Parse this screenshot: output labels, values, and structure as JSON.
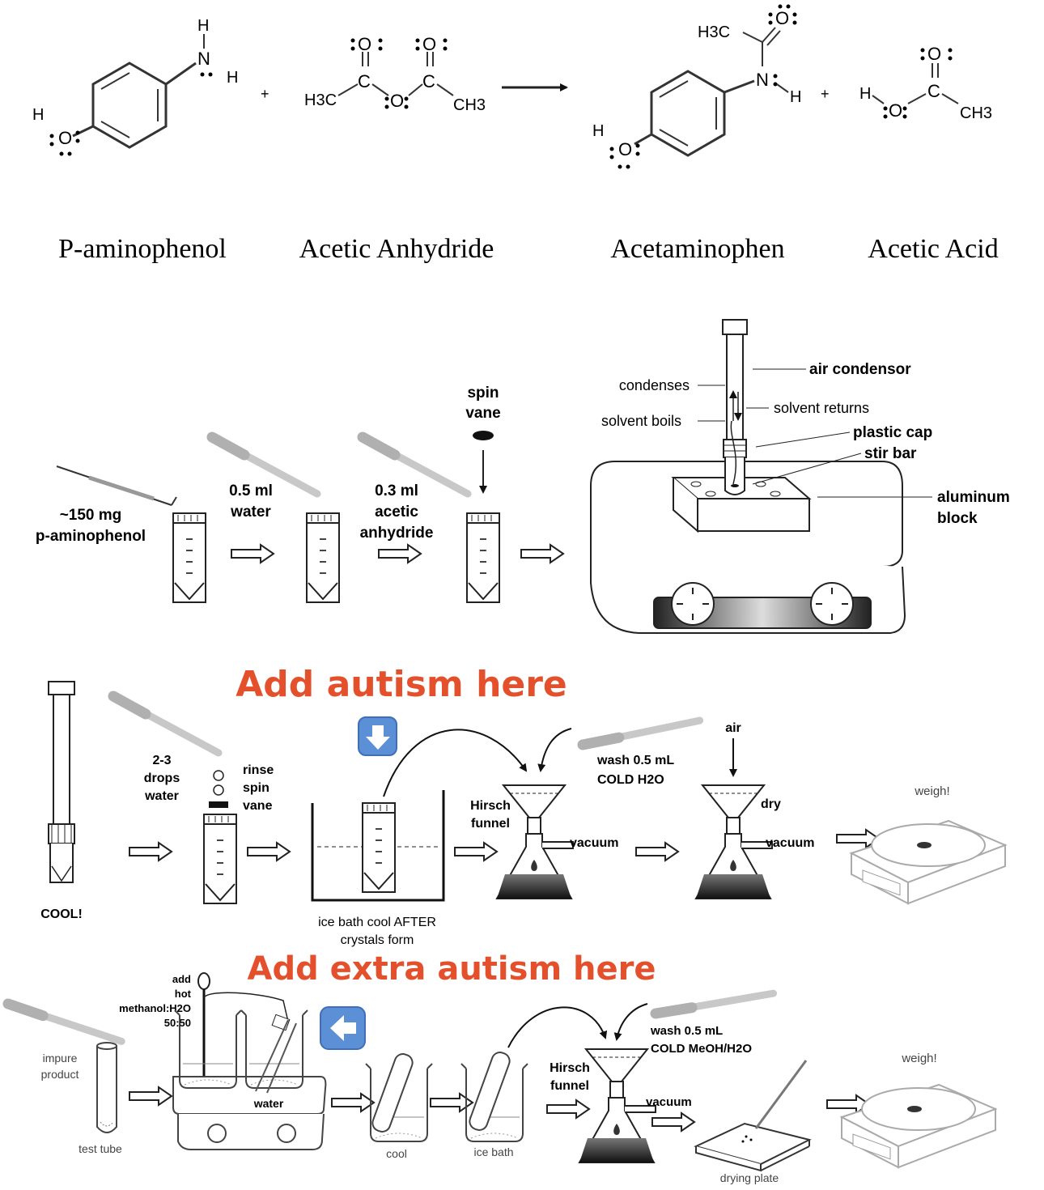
{
  "reaction": {
    "reactant1": "P-aminophenol",
    "reactant2": "Acetic Anhydride",
    "product1": "Acetaminophen",
    "product2": "Acetic Acid",
    "plus": "+",
    "atoms": {
      "H": "H",
      "O": "O",
      "N": "N",
      "C": "C",
      "H3C": "H3C",
      "CH3": "CH3"
    }
  },
  "setup": {
    "step1_line1": "~150 mg",
    "step1_line2": "p-aminophenol",
    "step2_line1": "0.5 ml",
    "step2_line2": "water",
    "step3_line1": "0.3 ml",
    "step3_line2": "acetic",
    "step3_line3": "anhydride",
    "step4_line1": "spin",
    "step4_line2": "vane",
    "condenses": "condenses",
    "solvent_boils": "solvent boils",
    "solvent_returns": "solvent returns",
    "air_condensor": "air condensor",
    "plastic_cap": "plastic cap",
    "stir_bar": "stir bar",
    "aluminum_line1": "aluminum",
    "aluminum_line2": "block"
  },
  "isolation": {
    "title": "Add autism here",
    "arrow_emoji": "⬇️",
    "cool": "COOL!",
    "drops_line1": "2-3",
    "drops_line2": "drops",
    "drops_line3": "water",
    "rinse_line1": "rinse",
    "rinse_line2": "spin",
    "rinse_line3": "vane",
    "ice_line1": "ice bath cool AFTER",
    "ice_line2": "crystals form",
    "hirsch_line1": "Hirsch",
    "hirsch_line2": "funnel",
    "wash_line1": "wash 0.5 mL",
    "wash_line2": "COLD H2O",
    "vacuum": "vacuum",
    "air": "air",
    "dry": "dry",
    "weigh": "weigh!"
  },
  "recryst": {
    "title": "Add extra autism here",
    "arrow_emoji": "⬅️",
    "add_line1": "add",
    "add_line2": "hot",
    "add_line3": "methanol:H2O",
    "add_line4": "50:50",
    "impure_line1": "impure",
    "impure_line2": "product",
    "test_tube": "test tube",
    "water": "water",
    "cool": "cool",
    "ice_bath": "ice bath",
    "hirsch_line1": "Hirsch",
    "hirsch_line2": "funnel",
    "wash_line1": "wash 0.5 mL",
    "wash_line2": "COLD MeOH/H2O",
    "vacuum": "vacuum",
    "drying_plate": "drying plate",
    "weigh": "weigh!"
  }
}
